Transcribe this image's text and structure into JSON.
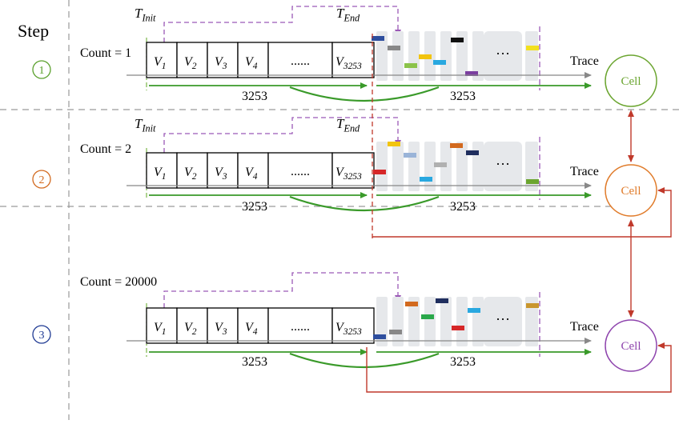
{
  "step_header": "Step",
  "labels": {
    "t_init_main": "T",
    "t_init_sub": "Init",
    "t_end_main": "T",
    "t_end_sub": "End",
    "trace": "Trace",
    "cell": "Cell",
    "ellipsis": "......",
    "dots": "···",
    "span_left": "3253",
    "span_right": "3253"
  },
  "cells_labels": [
    {
      "v": "V",
      "sub": "1"
    },
    {
      "v": "V",
      "sub": "2"
    },
    {
      "v": "V",
      "sub": "3"
    },
    {
      "v": "V",
      "sub": "4"
    },
    {
      "v": "V",
      "sub": "3253"
    }
  ],
  "steps": [
    {
      "number": "1",
      "color": "#5aa02c",
      "count_label": "Count = 1",
      "cell_color": "#6ba530",
      "show_timing": true
    },
    {
      "number": "2",
      "color": "#d2691e",
      "count_label": "Count = 2",
      "cell_color": "#e07b2a",
      "show_timing": true
    },
    {
      "number": "3",
      "color": "#1f3a93",
      "count_label": "Count = 20000",
      "cell_color": "#8e44ad",
      "show_timing": false
    }
  ],
  "colors": {
    "arrow_green": "#3a9a2a",
    "dashed_purple": "#9b59b6",
    "feedback_red": "#c0392b",
    "trace_gray": "#888888",
    "slot_gray": "#e6e8eb"
  }
}
